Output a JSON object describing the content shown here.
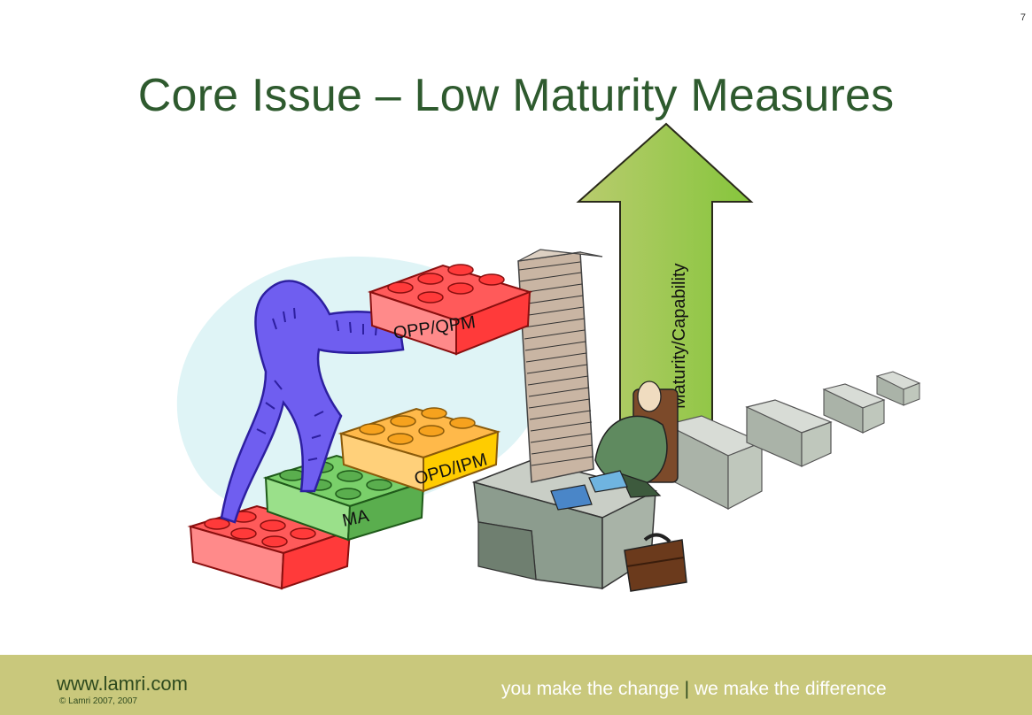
{
  "slide": {
    "page_number": "7",
    "title": "Core Issue – Low Maturity Measures"
  },
  "illustration": {
    "blocks": [
      {
        "label": "OPP/QPM",
        "color": "#ee2a2a"
      },
      {
        "label": "OPD/IPM",
        "color": "#f6a21e"
      },
      {
        "label": "MA",
        "color": "#5aae4e"
      },
      {
        "label": "",
        "color": "#ee2a2a"
      }
    ],
    "arrow_label": "Maturity/Capability",
    "arrow_color": "#8cc63e",
    "figure_color": "#6f5ef0"
  },
  "footer": {
    "url": "www.lamri.com",
    "copyright": "© Lamri 2007, 2007",
    "tagline_part1": "you make the change",
    "tagline_separator": "|",
    "tagline_part2": "we make the difference",
    "background": "#c9c87c"
  }
}
